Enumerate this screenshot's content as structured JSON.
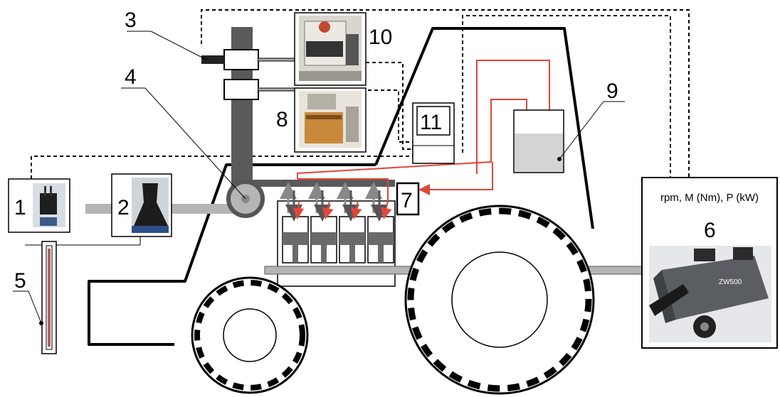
{
  "callouts": {
    "c1": "1",
    "c2": "2",
    "c3": "3",
    "c4": "4",
    "c5": "5",
    "c6": "6",
    "c7": "7",
    "c8": "8",
    "c9": "9",
    "c10": "10",
    "c11": "11"
  },
  "dyno_readout": "rpm, M (Nm), P (kW)",
  "dyno_unit_text": "ZW500",
  "colors": {
    "fuel_line": "#e0463a",
    "signal_line": "#000000",
    "exhaust_pipe": "#5a5a5a",
    "shaft": "#b5b5b5",
    "tank_fill": "#d4d4d4"
  }
}
